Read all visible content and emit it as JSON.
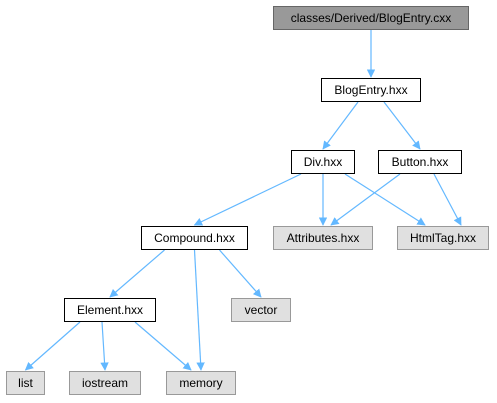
{
  "nodes": {
    "blogentry_cxx": "classes/Derived/BlogEntry.cxx",
    "blogentry_hxx": "BlogEntry.hxx",
    "div_hxx": "Div.hxx",
    "button_hxx": "Button.hxx",
    "compound_hxx": "Compound.hxx",
    "attributes_hxx": "Attributes.hxx",
    "htmltag_hxx": "HtmlTag.hxx",
    "element_hxx": "Element.hxx",
    "vector": "vector",
    "list": "list",
    "iostream": "iostream",
    "memory": "memory"
  },
  "edges": [
    [
      "blogentry_cxx",
      "blogentry_hxx"
    ],
    [
      "blogentry_hxx",
      "div_hxx"
    ],
    [
      "blogentry_hxx",
      "button_hxx"
    ],
    [
      "div_hxx",
      "compound_hxx"
    ],
    [
      "div_hxx",
      "attributes_hxx"
    ],
    [
      "div_hxx",
      "htmltag_hxx"
    ],
    [
      "button_hxx",
      "attributes_hxx"
    ],
    [
      "button_hxx",
      "htmltag_hxx"
    ],
    [
      "compound_hxx",
      "element_hxx"
    ],
    [
      "compound_hxx",
      "vector"
    ],
    [
      "compound_hxx",
      "memory"
    ],
    [
      "element_hxx",
      "list"
    ],
    [
      "element_hxx",
      "iostream"
    ],
    [
      "element_hxx",
      "memory"
    ]
  ],
  "colors": {
    "edge": "#63b8ff",
    "root_fill": "#999999",
    "external_fill": "#e0e0e0",
    "node_border": "#000000"
  }
}
